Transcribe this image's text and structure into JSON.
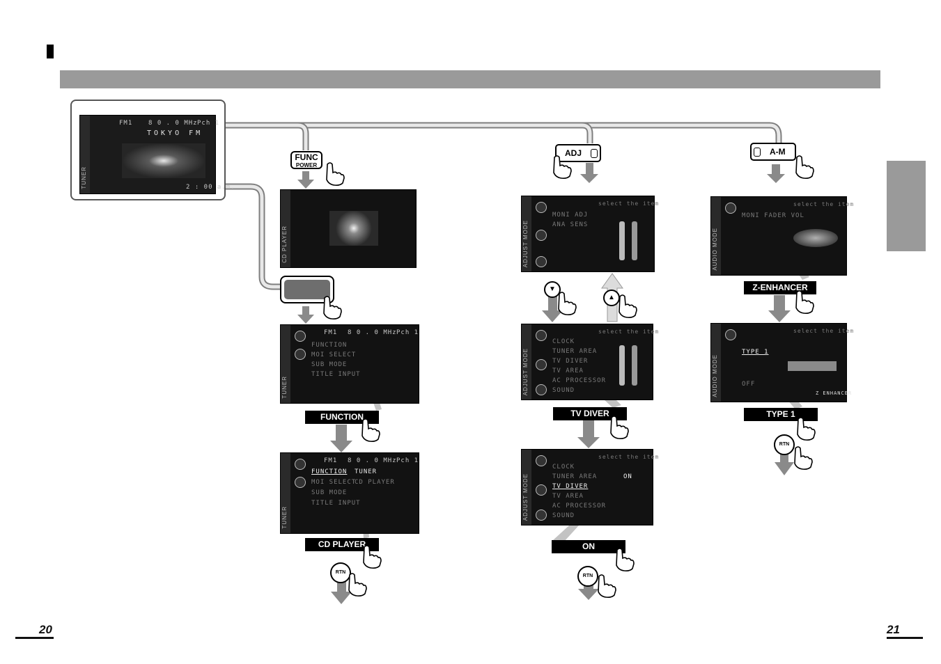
{
  "page": {
    "left_number": "20",
    "right_number": "21"
  },
  "buttons": {
    "func_line1": "FUNC",
    "func_line2": "POWER",
    "adj": "ADJ",
    "am": "A-M",
    "rtn": "RTN"
  },
  "labels": {
    "function": "FUNCTION",
    "cd_player": "CD PLAYER",
    "tv_diver": "TV DIVER",
    "on": "ON",
    "z_enhancer": "Z-ENHANCER",
    "type1": "TYPE 1"
  },
  "screens": {
    "main": {
      "band": "FM1",
      "freq": "8 0 . 0 MHz",
      "pch": "Pch 1",
      "station": "TOKYO FM",
      "clock": "2 : 00 a.m.",
      "side": "TUNER"
    },
    "cd": {
      "side": "CD PLAYER"
    },
    "func_menu": {
      "band": "FM1",
      "freq": "8 0 . 0 MHz",
      "pch": "Pch 1",
      "items": [
        "FUNCTION",
        "MOI SELECT",
        "SUB MODE",
        "TITLE INPUT"
      ],
      "side": "TUNER"
    },
    "func_sub": {
      "band": "FM1",
      "freq": "8 0 . 0 MHz",
      "pch": "Pch 1",
      "items": [
        "FUNCTION",
        "MOI SELECT",
        "SUB MODE",
        "TITLE INPUT"
      ],
      "options": [
        "TUNER",
        "CD PLAYER"
      ],
      "side": "TUNER"
    },
    "adj1": {
      "header": "select the item",
      "items": [
        "MONI ADJ",
        "ANA SENS"
      ],
      "side": "ADJUST MODE"
    },
    "adj2": {
      "header": "select the item",
      "items": [
        "CLOCK",
        "TUNER AREA",
        "TV DIVER",
        "TV AREA",
        "AC PROCESSOR",
        "SOUND"
      ],
      "side": "ADJUST MODE"
    },
    "adj3": {
      "header": "select the item",
      "items": [
        "CLOCK",
        "TUNER AREA",
        "TV DIVER",
        "TV AREA",
        "AC PROCESSOR",
        "SOUND"
      ],
      "option": "ON",
      "side": "ADJUST MODE"
    },
    "am1": {
      "header": "select the item",
      "items": [
        "MONI FADER VOL"
      ],
      "side": "AUDIO MODE"
    },
    "am2": {
      "header": "select the item",
      "items": [
        "TYPE 1",
        "OFF"
      ],
      "footer": "Z ENHANCER",
      "side": "AUDIO MODE"
    }
  },
  "colors": {
    "header_bar": "#9a9a9a",
    "screen_bg": "#121212",
    "label_bg": "#000000",
    "arrow": "#8a8a8a"
  }
}
